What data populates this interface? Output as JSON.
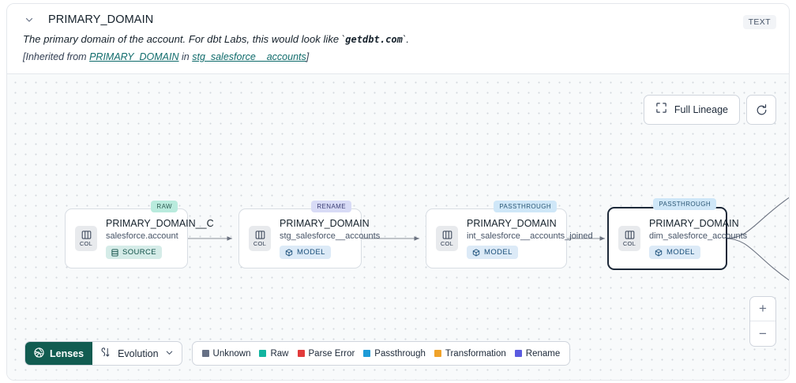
{
  "header": {
    "title": "PRIMARY_DOMAIN",
    "type_badge": "TEXT",
    "chevron_icon": "chevron-down-icon",
    "description_prefix": "The primary domain of the account. For dbt Labs, this would look like `",
    "description_code": "getdbt.com",
    "description_suffix": "`.",
    "inherited_prefix": "[Inherited from ",
    "inherited_link_1": "PRIMARY_DOMAIN",
    "inherited_mid": " in ",
    "inherited_link_2": "stg_salesforce__accounts",
    "inherited_suffix": "]"
  },
  "controls": {
    "full_lineage_label": "Full Lineage",
    "full_lineage_icon": "expand-icon",
    "refresh_icon": "refresh-icon",
    "zoom_in_label": "+",
    "zoom_out_label": "−"
  },
  "graph": {
    "nodes": [
      {
        "top_badge": "RAW",
        "badge_style": "tb-raw",
        "chip_label": "COL",
        "title": "PRIMARY_DOMAIN__C",
        "subtitle": "salesforce.account",
        "kind": "SOURCE",
        "kind_style": "kind-source",
        "kind_icon": "database-icon",
        "selected": false
      },
      {
        "top_badge": "RENAME",
        "badge_style": "tb-ren",
        "chip_label": "COL",
        "title": "PRIMARY_DOMAIN",
        "subtitle": "stg_salesforce__accounts",
        "kind": "MODEL",
        "kind_style": "kind-model",
        "kind_icon": "cube-icon",
        "selected": false
      },
      {
        "top_badge": "PASSTHROUGH",
        "badge_style": "tb-pass",
        "chip_label": "COL",
        "title": "PRIMARY_DOMAIN",
        "subtitle": "int_salesforce__accounts_joined",
        "kind": "MODEL",
        "kind_style": "kind-model",
        "kind_icon": "cube-icon",
        "selected": false
      },
      {
        "top_badge": "PASSTHROUGH",
        "badge_style": "tb-pass",
        "chip_label": "COL",
        "title": "PRIMARY_DOMAIN",
        "subtitle": "dim_salesforce_accounts",
        "kind": "MODEL",
        "kind_style": "kind-model",
        "kind_icon": "cube-icon",
        "selected": true
      }
    ]
  },
  "bottom": {
    "lenses_label": "Lenses",
    "lenses_icon": "aperture-icon",
    "evolution_label": "Evolution",
    "evolution_icon": "evolution-icon",
    "evolution_caret_icon": "chevron-down-icon",
    "legend": [
      {
        "label": "Unknown",
        "color": "#667085"
      },
      {
        "label": "Raw",
        "color": "#12b5a0"
      },
      {
        "label": "Parse Error",
        "color": "#e23b3b"
      },
      {
        "label": "Passthrough",
        "color": "#1e9bd7"
      },
      {
        "label": "Transformation",
        "color": "#f0a32a"
      },
      {
        "label": "Rename",
        "color": "#5b5be0"
      }
    ]
  }
}
